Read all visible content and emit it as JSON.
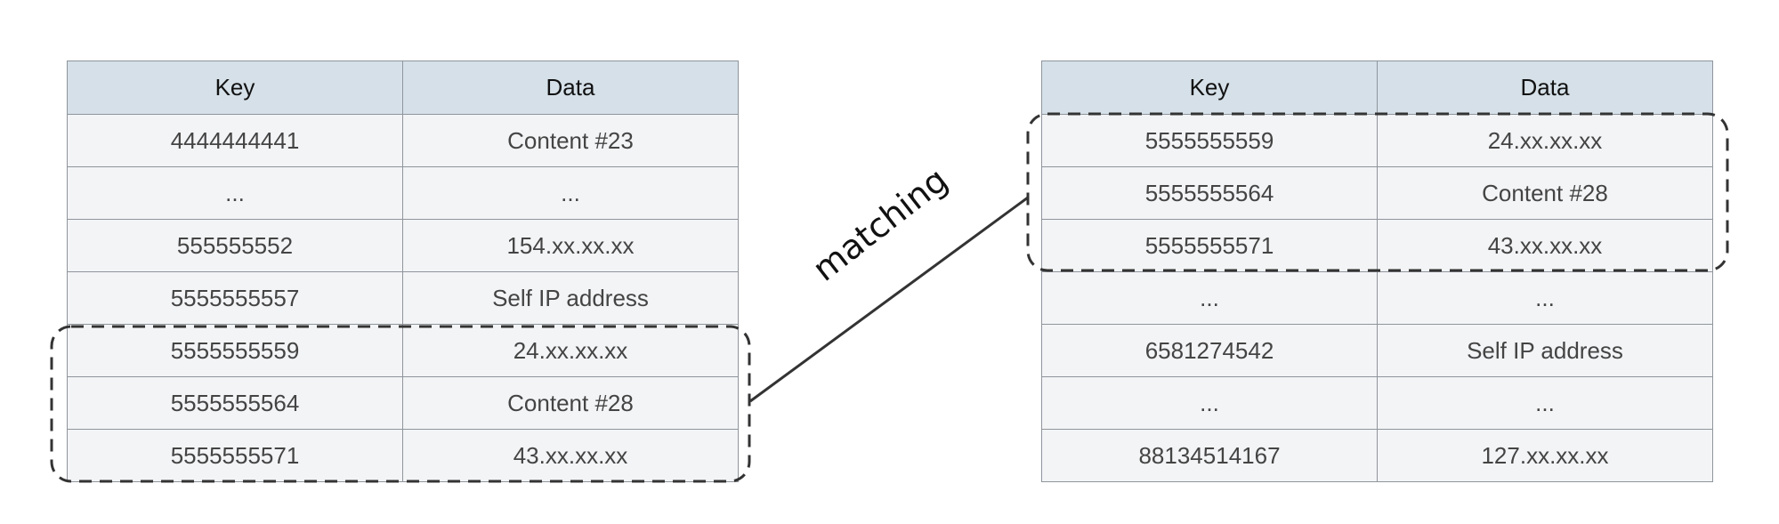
{
  "left_table": {
    "headers": [
      "Key",
      "Data"
    ],
    "rows": [
      [
        "4444444441",
        "Content #23"
      ],
      [
        "...",
        "..."
      ],
      [
        "555555552",
        "154.xx.xx.xx"
      ],
      [
        "5555555557",
        "Self IP address"
      ],
      [
        "5555555559",
        "24.xx.xx.xx"
      ],
      [
        "5555555564",
        "Content #28"
      ],
      [
        "5555555571",
        "43.xx.xx.xx"
      ]
    ]
  },
  "right_table": {
    "headers": [
      "Key",
      "Data"
    ],
    "rows": [
      [
        "5555555559",
        "24.xx.xx.xx"
      ],
      [
        "5555555564",
        "Content #28"
      ],
      [
        "5555555571",
        "43.xx.xx.xx"
      ],
      [
        "...",
        "..."
      ],
      [
        "6581274542",
        "Self IP address"
      ],
      [
        "...",
        "..."
      ],
      [
        "88134514167",
        "127.xx.xx.xx"
      ]
    ]
  },
  "connector": {
    "label": "matching"
  },
  "colors": {
    "header_bg": "#d5e0e8",
    "cell_bg": "#f3f4f6",
    "border": "#8f959c",
    "dashed": "#333333"
  }
}
